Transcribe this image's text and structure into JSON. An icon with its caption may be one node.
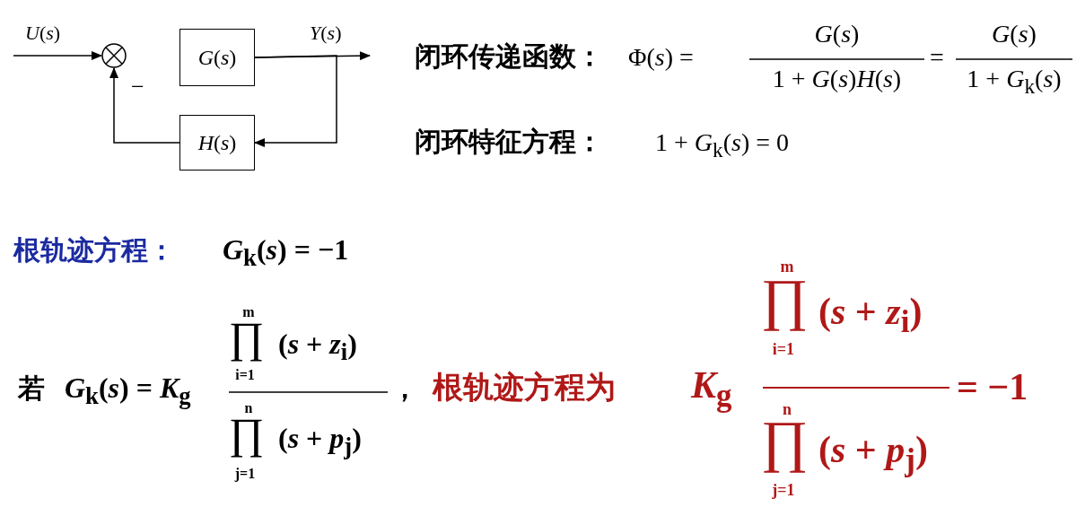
{
  "diagram": {
    "nodes": [
      {
        "text": [],
        "shape": "circle"
      },
      {
        "text": [
          "*G*(*s*)"
        ]
      },
      {
        "text": [
          "*H*(*s*)"
        ]
      }
    ],
    "edges": [
      {
        "from": null,
        "to": 0,
        "arrow": "to",
        "label": "*U*(*s*)"
      },
      {
        "from": 1,
        "to": null,
        "arrow": "to",
        "label": "*Y*(*s*)"
      },
      {
        "from": 1,
        "to": 2,
        "arrow": "to"
      },
      {
        "from": 2,
        "to": 0,
        "arrow": "to"
      }
    ],
    "labels": [
      "−",
      "闭环传递函数：",
      "Φ(*s*) =",
      "*G*(*s*)",
      "1 + *G*(*s*)*H*(*s*)",
      "=",
      "*G*(*s*)",
      "1 + *G*$_{k}$(*s*)",
      "闭环特征方程：",
      "1 + *G*$_{k}$(*s*) = 0",
      "根轨迹方程：",
      "*G*$_{k}$(*s*) = −1",
      "若",
      "*G*$_{k}$(*s*) = *K*$_{g}$",
      "m",
      "∏",
      "i=1",
      "(*s* + *z*$_{i}$)",
      "n",
      "∏",
      "j=1",
      "(*s* + *p*$_{j}$)",
      "，",
      "根轨迹方程为",
      "*K*$_{g}$",
      "m",
      "∏",
      "i=1",
      "(*s* + *z*$_{i}$)",
      "n",
      "∏",
      "j=1",
      "(*s* + *p*$_{j}$)",
      "= −1"
    ]
  }
}
